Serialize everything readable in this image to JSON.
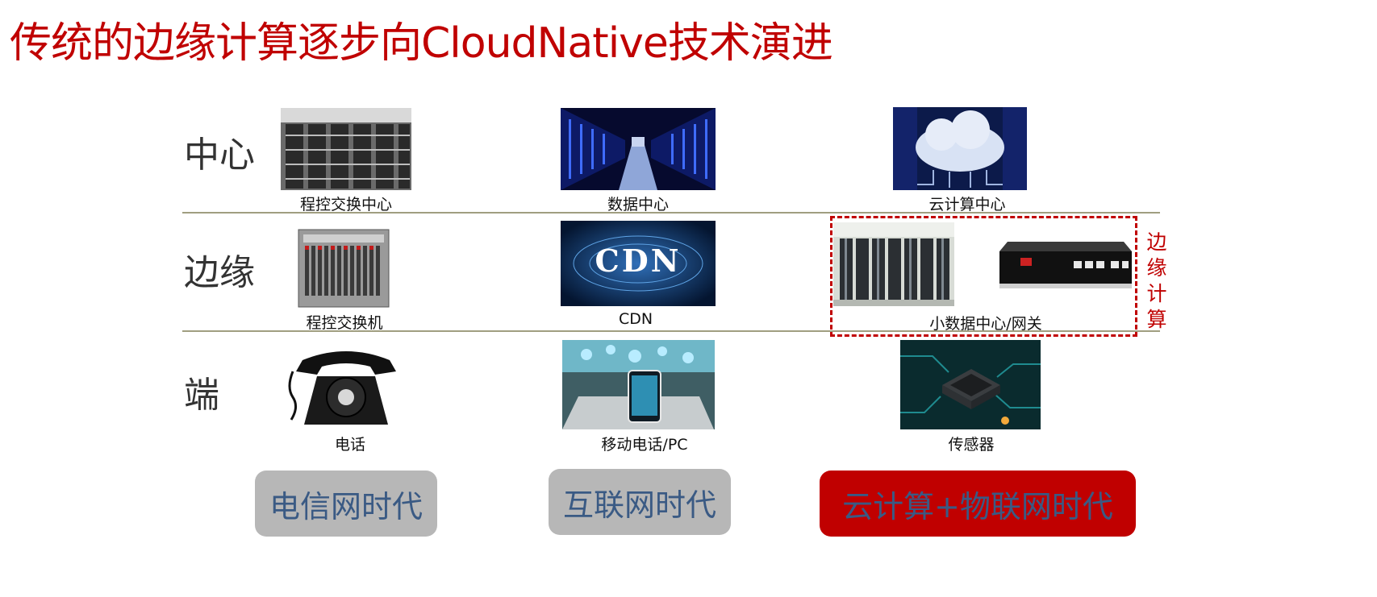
{
  "title": "传统的边缘计算逐步向CloudNative技术演进",
  "rows": {
    "center": "中心",
    "edge": "边缘",
    "end": "端"
  },
  "captions": {
    "exchange_center": "程控交换中心",
    "data_center": "数据中心",
    "cloud_center": "云计算中心",
    "exchange_machine": "程控交换机",
    "cdn": "CDN",
    "small_dc": "小数据中心/网关",
    "phone": "电话",
    "mobile": "移动电话/PC",
    "sensor": "传感器"
  },
  "cdn_image_text": "CDN",
  "edge_computing_label": "边缘计算",
  "eras": {
    "telecom": "电信网时代",
    "internet": "互联网时代",
    "cloud_iot": "云计算+物联网时代"
  },
  "colors": {
    "accent_red": "#c00000",
    "era_gray": "#b7b7b7",
    "era_text": "#3a5a84",
    "divider": "#a09e80"
  }
}
